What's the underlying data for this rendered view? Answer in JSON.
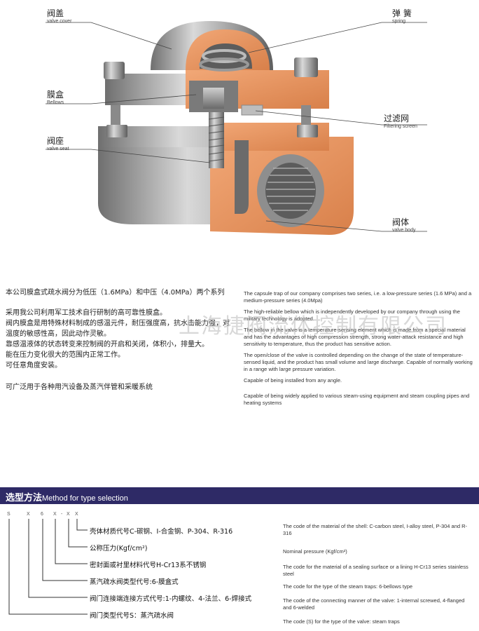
{
  "callouts": {
    "valve_cover": {
      "cn": "阀盖",
      "en": "valve cover"
    },
    "spring": {
      "cn": "弹 簧",
      "en": "spring"
    },
    "bellows": {
      "cn": "膜盒",
      "en": "Bellows"
    },
    "filter": {
      "cn": "过滤网",
      "en": "Filtering screen"
    },
    "seat": {
      "cn": "阀座",
      "en": "valve seat"
    },
    "body": {
      "cn": "阀体",
      "en": "valve body"
    }
  },
  "intro_cn": {
    "p1": "本公司膜盒式疏水阀分为低压（1.6MPa）和中压（4.0MPa）两个系列",
    "p2": "采用我公司利用军工技术自行研制的高可靠性膜盒。",
    "p3": "阀内膜盒是用特殊材料制成的感温元件，耐压强度高，抗水击能力强，对温度的敏感性高，因此动作灵敏。",
    "p4": "靠感温液体的状态转变来控制阀的开启和关闭，体积小，排量大。",
    "p5": "能在压力变化很大的范围内正常工作。",
    "p6": "可任意角度安装。",
    "p7": "可广泛用于各种用汽设备及蒸汽伴管和采暖系统"
  },
  "intro_en": {
    "p1": "The capsule trap of our company comprises two series, i.e. a low-pressure series (1.6 MPa) and a medium-pressure series (4.0Mpa)",
    "p2": "The high-reliable bellow which is independently developed by our company through using the military technology is adopted.",
    "p3": "The bellow in the valve is a temperature-sensing element which is made from a special material and has the advantages of high compression strength, strong water-attack resistance and high sensitivity to temperature, thus the product has sensitive action.",
    "p4": "The open/close of the valve is controlled depending on the change of the state of temperature-sensed liquid, and the product has small volume and large discharge. Capable of normally working in a range with large pressure variation.",
    "p5": "Capable of being installed from any angle.",
    "p6": "Capable of being widely applied to various steam-using equipment and steam coupling pipes and heating systems"
  },
  "watermark": "上海捷阀流体控制有限公司",
  "selection": {
    "title_cn": "选型方法",
    "title_en": "Method for type selection",
    "code_chars": [
      "S",
      "X",
      "6",
      "X",
      "-",
      "X",
      "X"
    ],
    "items": [
      {
        "cn": "壳体材质代号C-碳钢、I-合金钢、P-304、R-316",
        "en": "The code of the material of the shell: C-carbon steel, I-alloy steel, P-304 and R-316"
      },
      {
        "cn": "公称压力(Kgf/cm²)",
        "en": "Nominal pressure (Kgf/cm²)"
      },
      {
        "cn": "密封面或衬里材料代号H-Cr13系不锈钢",
        "en": "The code for the material of a sealing surface or a lining H-Cr13 series stainless steel"
      },
      {
        "cn": "蒸汽疏水阀类型代号:6-膜盒式",
        "en": "The code for the type of the steam traps: 6-bellows type"
      },
      {
        "cn": "阀门连接端连接方式代号:1-内螺纹、4-法兰、6-焊接式",
        "en": "The code of the connecting manner of the valve: 1-internal screwed, 4-flanged and 6-welded"
      },
      {
        "cn": "阀门类型代号S：蒸汽疏水阀",
        "en": "The code (S) for the type of the valve: steam traps"
      }
    ]
  },
  "colors": {
    "bar": "#2e2a66",
    "cutaway": "#e4925c",
    "metal": "#8c8c8c"
  }
}
